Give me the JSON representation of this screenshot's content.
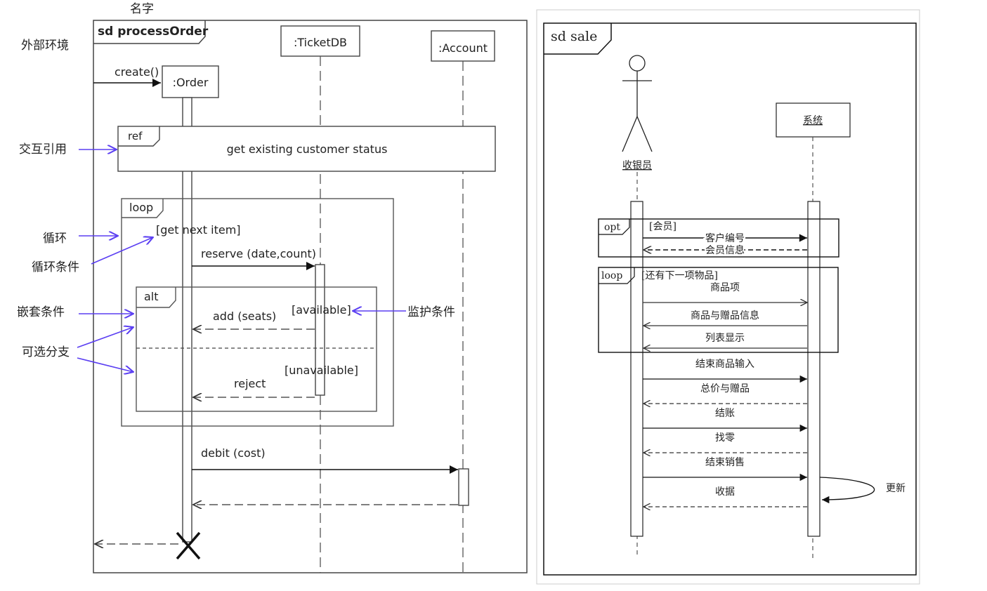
{
  "left_diagram": {
    "frame_label": "sd processOrder",
    "lifelines": {
      "order": ":Order",
      "ticketdb": ":TicketDB",
      "account": ":Account"
    },
    "messages": {
      "create": "create()",
      "reserve": "reserve (date,count)",
      "add": "add (seats)",
      "reject": "reject",
      "debit": "debit (cost)"
    },
    "fragments": {
      "ref_tag": "ref",
      "ref_text": "get existing customer status",
      "loop_tag": "loop",
      "loop_guard": "[get next item]",
      "alt_tag": "alt",
      "alt_guard_1": "[available]",
      "alt_guard_2": "[unavailable]"
    },
    "annotations": {
      "name": "名字",
      "external_env": "外部环境",
      "interaction_ref": "交互引用",
      "loop": "循环",
      "loop_condition": "循环条件",
      "nested_condition": "嵌套条件",
      "alternative_branch": "可选分支",
      "guard_condition": "监护条件"
    }
  },
  "right_diagram": {
    "frame_label": "sd sale",
    "actor": "收银员",
    "system": "系统",
    "fragments": {
      "opt_tag": "opt",
      "opt_guard": "[会员]",
      "loop_tag": "loop",
      "loop_guard": "[还有下一项物品]"
    },
    "messages": {
      "m1": "客户编号",
      "m2": "会员信息",
      "m3": "商品项",
      "m4": "商品与赠品信息",
      "m5": "列表显示",
      "m6": "结束商品输入",
      "m7": "总价与赠品",
      "m8": "结账",
      "m9": "找零",
      "m10": "结束销售",
      "m11": "收据",
      "self": "更新"
    }
  },
  "colors": {
    "annotation_arrow": "#5b3ff2",
    "line": "#333333"
  }
}
